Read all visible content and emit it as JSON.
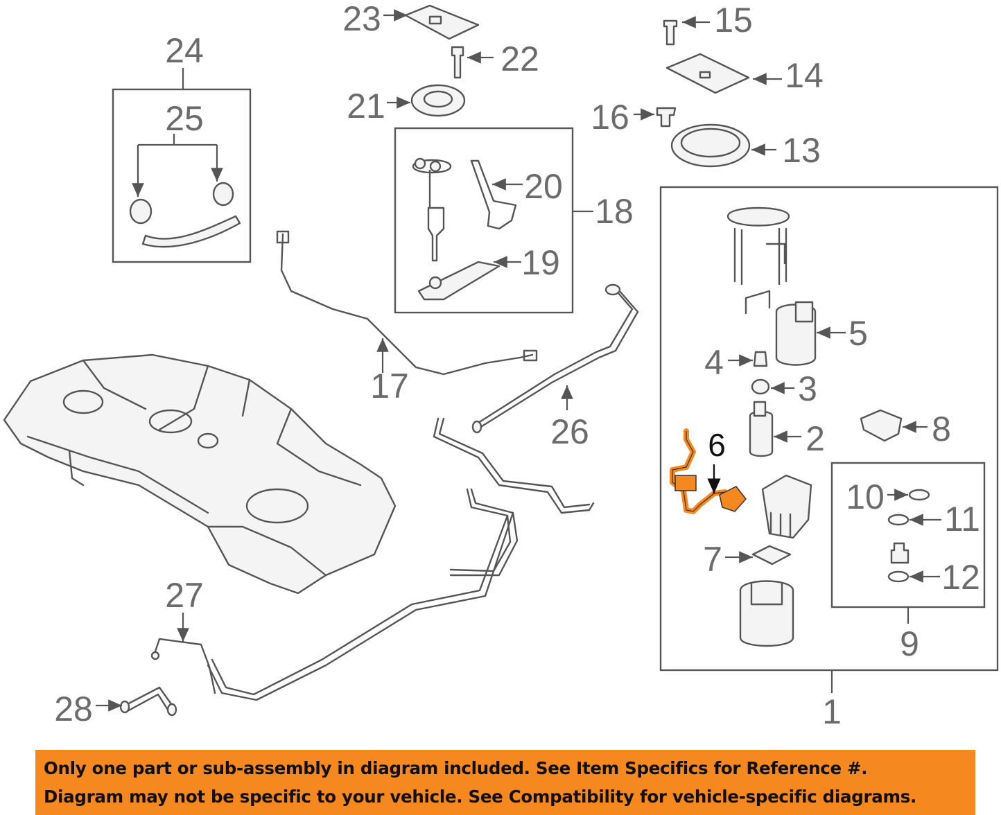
{
  "diagram": {
    "highlight_color": "#f5891f",
    "callouts": [
      "1",
      "2",
      "3",
      "4",
      "5",
      "6",
      "7",
      "8",
      "9",
      "10",
      "11",
      "12",
      "13",
      "14",
      "15",
      "16",
      "17",
      "18",
      "19",
      "20",
      "21",
      "22",
      "23",
      "24",
      "25",
      "26",
      "27",
      "28"
    ],
    "highlighted_callout": "6"
  },
  "banner": {
    "line1": "Only one part or sub-assembly in diagram included. See Item Specifics for Reference #.",
    "line2": "Diagram may not be specific to your vehicle. See Compatibility for vehicle-specific diagrams.",
    "background": "#f5891f"
  }
}
